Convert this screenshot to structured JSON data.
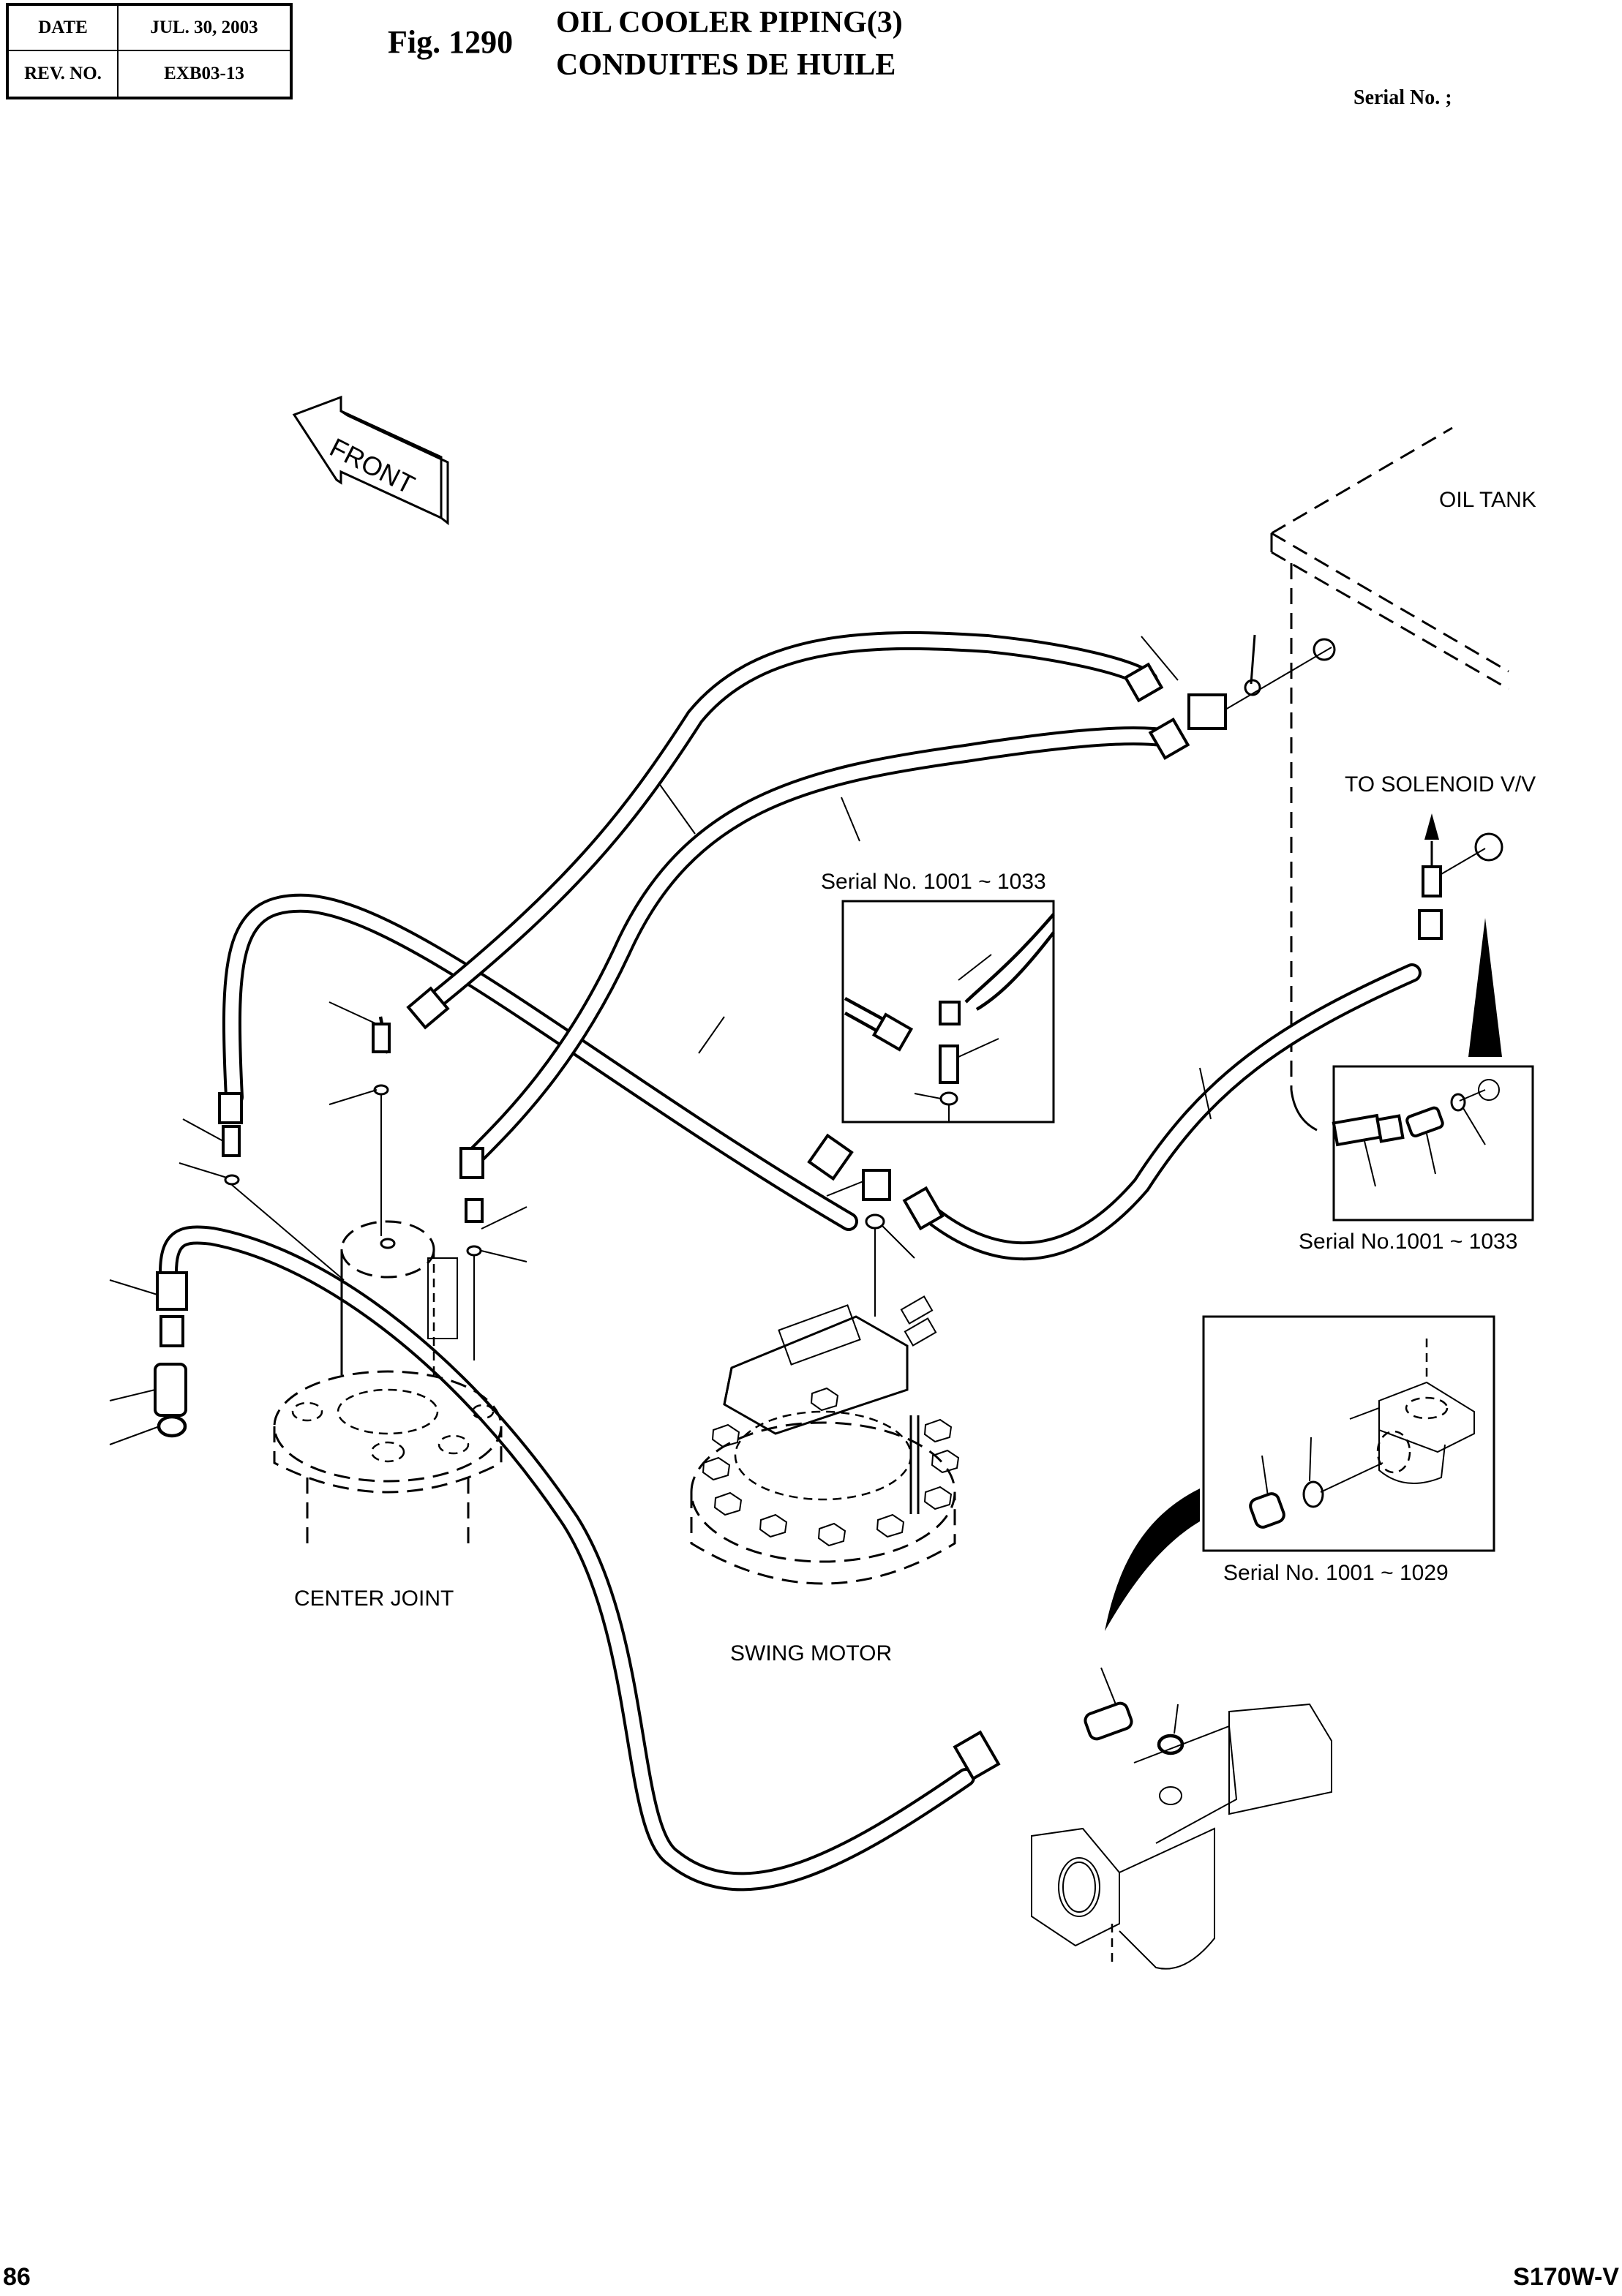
{
  "header": {
    "date_label": "DATE",
    "date_value": "JUL. 30, 2003",
    "rev_label": "REV. NO.",
    "rev_value": "EXB03-13",
    "figure_number": "Fig. 1290",
    "title_en": "OIL COOLER PIPING(3)",
    "title_fr": "CONDUITES DE HUILE",
    "serial_label": "Serial No. ;"
  },
  "drawing": {
    "front_arrow": "FRONT",
    "oil_tank": "OIL TANK",
    "to_solenoid": "TO SOLENOID V/V",
    "center_joint": "CENTER JOINT",
    "swing_motor": "SWING MOTOR",
    "inset_upper_serial": "Serial No. 1001 ~ 1033",
    "inset_right_serial": "Serial No.1001 ~ 1033",
    "inset_lower_serial": "Serial No. 1001 ~ 1029"
  },
  "footer": {
    "page_number": "86",
    "model": "S170W-V"
  }
}
